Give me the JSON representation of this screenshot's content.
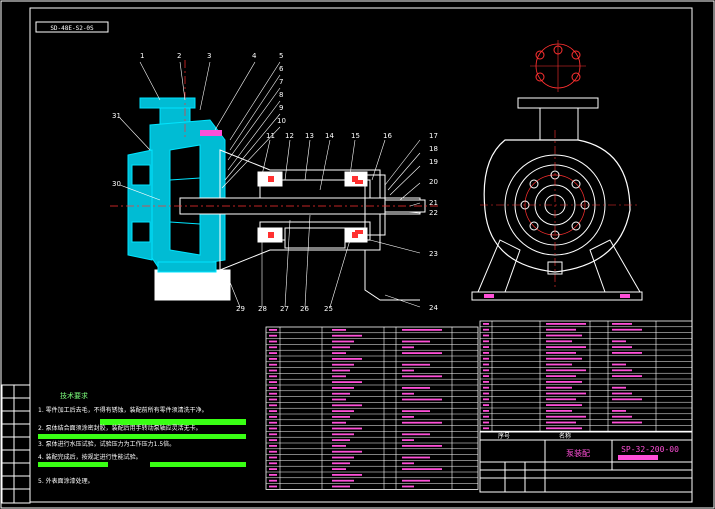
{
  "drawing": {
    "corner_code": "SD-48E-S2-0S",
    "title_block": {
      "drawing_title": "泵装配",
      "drawing_number": "SP-32-200-00",
      "header_cells": [
        "序号",
        "名称"
      ]
    },
    "part_labels_top": [
      "1",
      "2",
      "3",
      "4",
      "5",
      "6",
      "7",
      "8",
      "9",
      "10"
    ],
    "part_labels_middle": [
      "11",
      "12",
      "13",
      "14",
      "15",
      "16",
      "17",
      "18",
      "19",
      "20",
      "21",
      "22",
      "23",
      "24"
    ],
    "part_labels_bottom": [
      "29",
      "28",
      "27",
      "26",
      "25"
    ],
    "part_labels_left": [
      "31",
      "30"
    ],
    "technical_notes": {
      "title": "技术要求",
      "lines": [
        "1. 零件加工后去毛，不得有锈蚀，装配前所有零件须清洗干净。",
        "2. 泵体结合面须涂密封胶，装配后用手转动泵轴应灵活无卡。",
        "3. 泵体进行水压试验，试验压力为工作压力1.5倍。",
        "4. 装配完成后，按规定进行性能试验。",
        "5. 外表面涂漆处理。"
      ]
    },
    "colors": {
      "background": "#000000",
      "outline": "#ffffff",
      "section": "#00e5ff",
      "hatch": "#00bcd4",
      "center_line": "#ff3030",
      "dimension": "#ff4fd8",
      "note_bar": "#39ff14",
      "pink_bar": "#ff4fd8"
    }
  }
}
